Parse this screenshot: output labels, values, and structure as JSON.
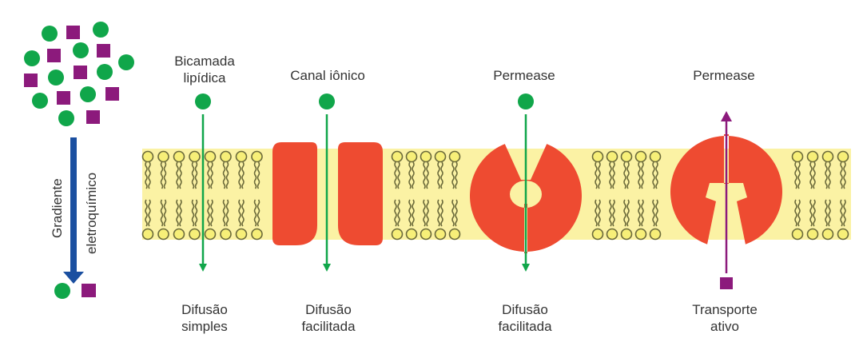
{
  "colors": {
    "ion_green": "#10a64a",
    "ion_purple": "#8c1a7c",
    "gradient_arrow": "#1a4fa0",
    "protein": "#ee4b31",
    "membrane": "#fbf2a4",
    "lipid_head": "#f7ef78",
    "lipid_stroke": "#6b6a3a",
    "active_arrow": "#8c1a7c"
  },
  "gradient": {
    "label_line1": "Gradiente",
    "label_line2": "eletroquímico"
  },
  "mechanisms": [
    {
      "top_line1": "Bicamada",
      "top_line2": "lipídica",
      "bottom_line1": "Difusão",
      "bottom_line2": "simples",
      "molecule": "green-circle",
      "direction": "down"
    },
    {
      "top_line1": "Canal iônico",
      "top_line2": "",
      "bottom_line1": "Difusão",
      "bottom_line2": "facilitada",
      "molecule": "green-circle",
      "direction": "down"
    },
    {
      "top_line1": "Permease",
      "top_line2": "",
      "bottom_line1": "Difusão",
      "bottom_line2": "facilitada",
      "molecule": "green-circle",
      "direction": "down"
    },
    {
      "top_line1": "Permease",
      "top_line2": "",
      "bottom_line1": "Transporte",
      "bottom_line2": "ativo",
      "molecule": "purple-square",
      "direction": "up"
    }
  ]
}
